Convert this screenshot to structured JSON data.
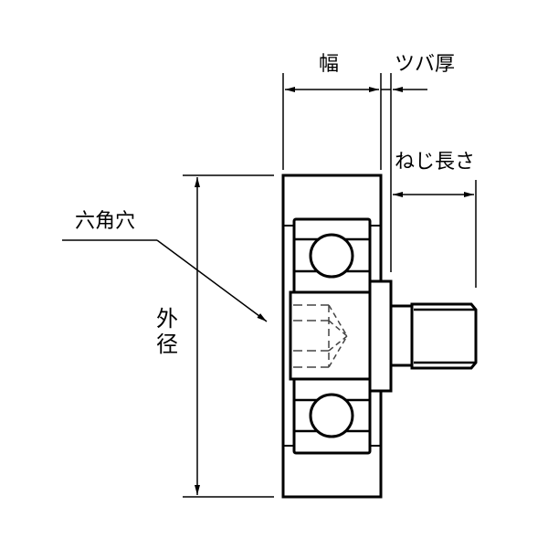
{
  "drawing": {
    "title": "Bearing roller with stud (cam follower) dimension diagram",
    "labels": {
      "width": "幅",
      "flange_thickness": "ツバ厚",
      "screw_length": "ねじ長さ",
      "hex_hole": "六角穴",
      "outer_diameter_1": "外",
      "outer_diameter_2": "径"
    },
    "colors": {
      "line": "#000000",
      "hidden_line": "#555555",
      "background": "#ffffff"
    }
  }
}
